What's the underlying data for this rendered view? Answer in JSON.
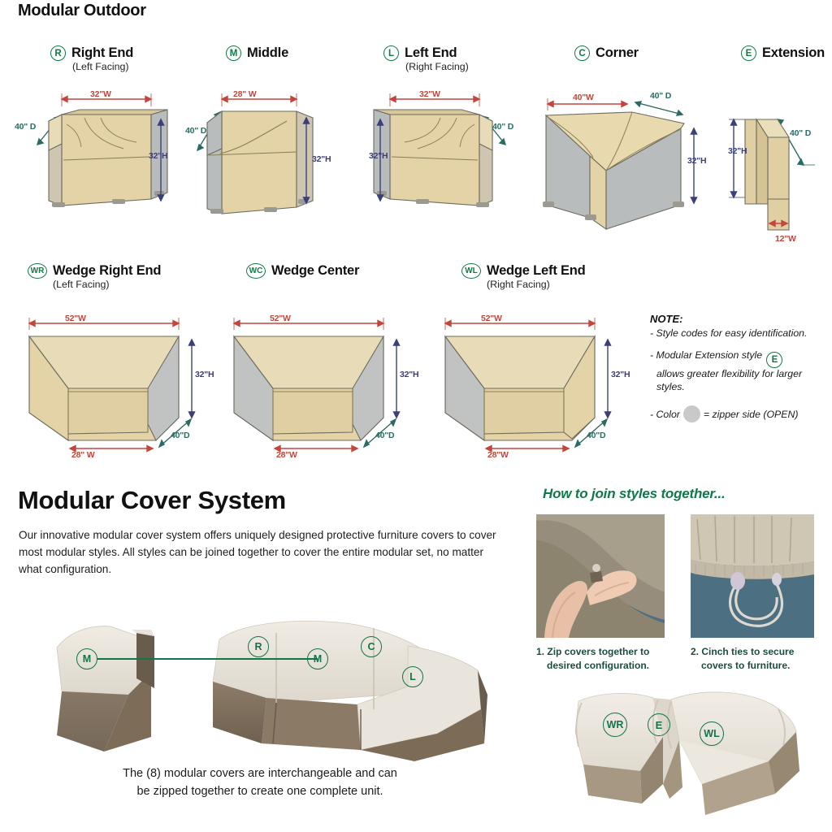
{
  "page": {
    "section1_title": "Modular Outdoor",
    "section2_title": "Modular Cover System",
    "section2_paragraph": "Our innovative modular cover system offers uniquely designed protective furniture covers to cover most modular styles. All styles can be joined together to cover the entire modular set, no matter what configuration.",
    "illustration_caption_line1": "The (8) modular covers are interchangeable and can",
    "illustration_caption_line2": "be zipped together to create one complete unit."
  },
  "colors": {
    "green": "#117a45",
    "width_arrow": "#c2463c",
    "depth_arrow": "#2d6b63",
    "height_arrow": "#3c3f78",
    "cover_tan": "#e3d3a7",
    "cover_tan_light": "#ece0bd",
    "zipper_gray": "#b9bcbd",
    "photo_bg": "#4d6f82"
  },
  "styles_row1": [
    {
      "code": "R",
      "name": "Right End",
      "sub": "(Left Facing)",
      "dims": {
        "w": "32\"W",
        "d": "40\" D",
        "h": "32\"H"
      }
    },
    {
      "code": "M",
      "name": "Middle",
      "sub": "",
      "dims": {
        "w": "28\" W",
        "d": "40\" D",
        "h": "32\"H"
      }
    },
    {
      "code": "L",
      "name": "Left End",
      "sub": "(Right Facing)",
      "dims": {
        "w": "32\"W",
        "d": "40\" D",
        "h": "32\"H"
      }
    },
    {
      "code": "C",
      "name": "Corner",
      "sub": "",
      "dims": {
        "w": "40\"W",
        "d": "40\" D",
        "h": "32\"H"
      }
    },
    {
      "code": "E",
      "name": "Extension",
      "sub": "",
      "dims": {
        "w": "12\"W",
        "d": "40\" D",
        "h": "32\"H"
      }
    }
  ],
  "styles_row2": [
    {
      "code": "WR",
      "name": "Wedge Right End",
      "sub": "(Left Facing)",
      "dims": {
        "w": "52\"W",
        "w2": "28\" W",
        "d": "40\"D",
        "h": "32\"H"
      }
    },
    {
      "code": "WC",
      "name": "Wedge Center",
      "sub": "",
      "dims": {
        "w": "52\"W",
        "w2": "28\"W",
        "d": "40\"D",
        "h": "32\"H"
      }
    },
    {
      "code": "WL",
      "name": "Wedge Left End",
      "sub": "(Right Facing)",
      "dims": {
        "w": "52\"W",
        "w2": "28\"W",
        "d": "40\"D",
        "h": "32\"H"
      }
    }
  ],
  "note": {
    "title": "NOTE:",
    "line1": "- Style codes for easy identification.",
    "line2_part1": "- Modular Extension style",
    "line2_badge": "E",
    "line2_part2": "allows greater flexibility for larger styles.",
    "line3_part1": "- Color",
    "line3_part2": "= zipper side (OPEN)"
  },
  "howto": {
    "title": "How to join styles together...",
    "steps": [
      {
        "num": "1.",
        "line1": "Zip covers together to",
        "line2": "desired configuration."
      },
      {
        "num": "2.",
        "line1": "Cinch ties to secure",
        "line2": "covers to furniture."
      }
    ]
  },
  "illustration_left_badges": [
    "M",
    "R",
    "M",
    "C",
    "L"
  ],
  "illustration_right_badges": [
    "WR",
    "E",
    "WL"
  ]
}
